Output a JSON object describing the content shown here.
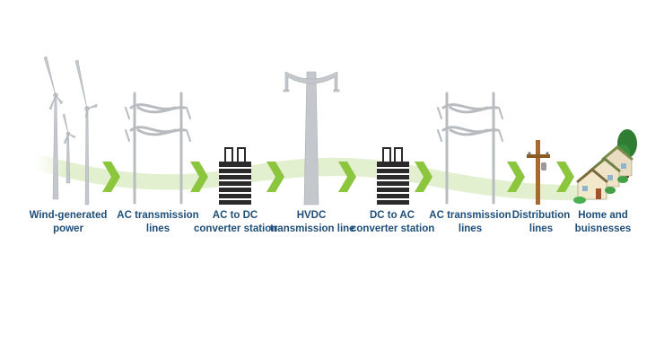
{
  "stages": [
    {
      "id": "wind",
      "lines": [
        "Wind-generated",
        "power"
      ],
      "icon": "wind-turbine-icon"
    },
    {
      "id": "ac1",
      "lines": [
        "AC transmission",
        "lines"
      ],
      "icon": "ac-transmission-tower-icon"
    },
    {
      "id": "acdc",
      "lines": [
        "AC to DC",
        "converter station"
      ],
      "icon": "converter-station-icon"
    },
    {
      "id": "hvdc",
      "lines": [
        "HVDC",
        "transmission line"
      ],
      "icon": "hvdc-tower-icon"
    },
    {
      "id": "dcac",
      "lines": [
        "DC to AC",
        "converter station"
      ],
      "icon": "converter-station-icon"
    },
    {
      "id": "ac2",
      "lines": [
        "AC transmission",
        "lines"
      ],
      "icon": "ac-transmission-tower-icon"
    },
    {
      "id": "dist",
      "lines": [
        "Distribution",
        "lines"
      ],
      "icon": "utility-pole-icon"
    },
    {
      "id": "home",
      "lines": [
        "Home and",
        "buisnesses"
      ],
      "icon": "houses-icon"
    }
  ],
  "colors": {
    "label_text": "#1f4e79",
    "arrow": "#8cc63f",
    "flow_band": "#e6f2d5",
    "structure": "#b8bcc0",
    "converter": "#2b2b2b"
  }
}
